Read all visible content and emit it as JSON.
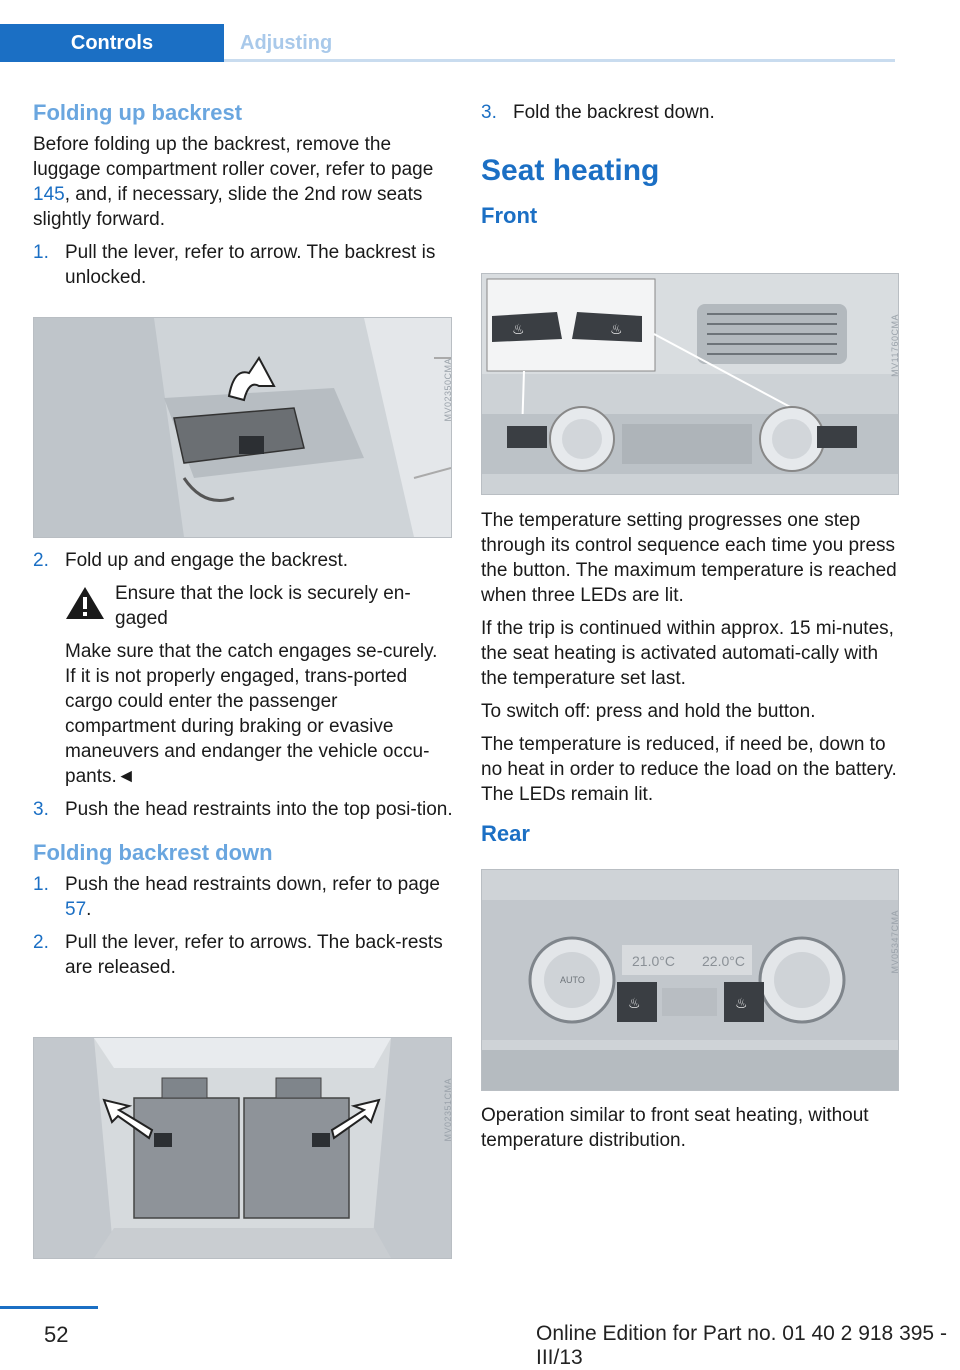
{
  "header": {
    "tab_active": "Controls",
    "tab_inactive": "Adjusting"
  },
  "left": {
    "heading1": "Folding up backrest",
    "intro_part1": "Before folding up the backrest, remove the luggage compartment roller cover, refer to page ",
    "intro_link": "145",
    "intro_part2": ", and, if necessary, slide the 2nd row seats slightly forward.",
    "steps1": [
      {
        "num": "1.",
        "text": "Pull the lever, refer to arrow. The backrest is unlocked."
      },
      {
        "num": "2.",
        "text": "Fold up and engage the backrest."
      },
      {
        "num": "3.",
        "text": "Push the head restraints into the top position."
      }
    ],
    "step3_text": "Push the head restraints into the top posi-tion.",
    "warning_title": "Ensure that the lock is securely en-gaged",
    "warning_body": "Make sure that the catch engages se-curely. If it is not properly engaged, trans-ported cargo could enter the passenger compartment during braking or evasive maneuvers and endanger the vehicle occu-pants.◄",
    "heading2": "Folding backrest down",
    "steps2_1_part1": "Push the head restraints down, refer to page ",
    "steps2_1_link": "57",
    "steps2_1_part2": ".",
    "steps2_2": "Pull the lever, refer to arrows. The back-rests are released.",
    "fig1_code": "MV02350CMA",
    "fig2_code": "MV02351CMA"
  },
  "right": {
    "step3": {
      "num": "3.",
      "text": "Fold the backrest down."
    },
    "heading_main": "Seat heating",
    "heading_front": "Front",
    "front_p1": "The temperature setting progresses one step through its control sequence each time you press the button. The maximum temperature is reached when three LEDs are lit.",
    "front_p2": "If the trip is continued within approx. 15 mi-nutes, the seat heating is activated automati-cally with the temperature set last.",
    "front_p3": "To switch off: press and hold the button.",
    "front_p4": "The temperature is reduced, if need be, down to no heat in order to reduce the load on the battery. The LEDs remain lit.",
    "heading_rear": "Rear",
    "rear_p1": "Operation similar to front seat heating, without temperature distribution.",
    "fig3_code": "MV11760CMA",
    "fig4_code": "MV05347CMA",
    "rear_display_left": "21.0°C",
    "rear_display_right": "22.0°C",
    "rear_knob_label": "AUTO"
  },
  "footer": {
    "page_number": "52",
    "online_edition": "Online Edition for Part no. 01 40 2 918 395 - III/13",
    "watermark": "Online Edition for Part no. 01 40 2 918 395 - III/13"
  },
  "colors": {
    "accent": "#1b6fc4",
    "heading_light": "#6aa6df"
  },
  "step_numbers": {
    "one": "1.",
    "two": "2.",
    "three": "3."
  }
}
